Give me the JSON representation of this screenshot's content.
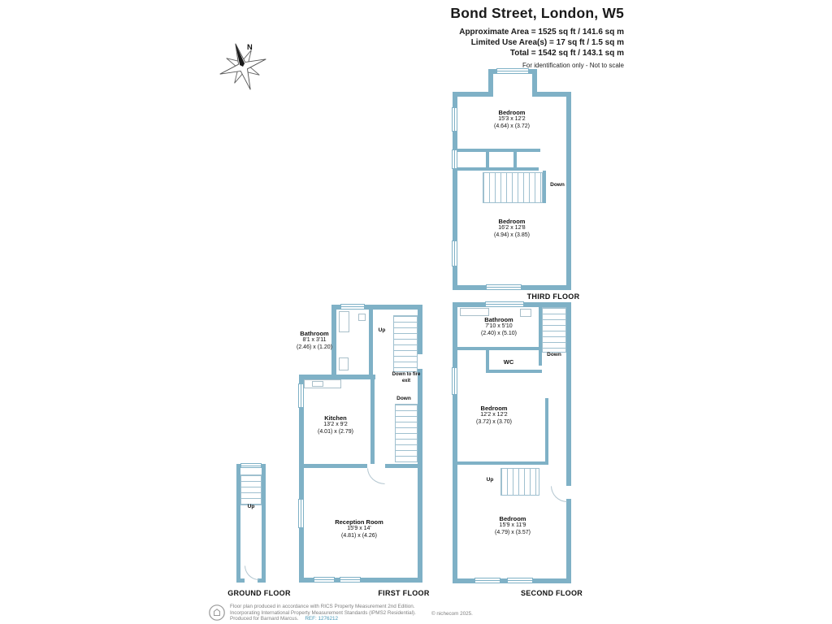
{
  "header": {
    "title": "Bond Street, London, W5",
    "area_lines": [
      "Approximate Area = 1525 sq ft / 141.6 sq m",
      "Limited Use Area(s) = 17 sq ft / 1.5 sq m",
      "Total = 1542 sq ft / 143.1 sq m"
    ],
    "disclaimer": "For identification only - Not to scale"
  },
  "compass": {
    "north_label": "N"
  },
  "floors": {
    "ground": {
      "label": "GROUND FLOOR",
      "labels": {
        "up": "Up"
      }
    },
    "first": {
      "label": "FIRST FLOOR",
      "rooms": [
        {
          "name": "Bathroom",
          "dims_ft": "8'1 x 3'11",
          "dims_m": "(2.46) x (1.20)"
        },
        {
          "name": "Kitchen",
          "dims_ft": "13'2 x 9'2",
          "dims_m": "(4.01) x (2.79)"
        },
        {
          "name": "Reception Room",
          "dims_ft": "15'9 x 14'",
          "dims_m": "(4.81) x (4.26)"
        }
      ],
      "labels": {
        "up": "Up",
        "down_to_fire_exit": "Down to fire exit",
        "down": "Down"
      }
    },
    "second": {
      "label": "SECOND FLOOR",
      "rooms": [
        {
          "name": "Bathroom",
          "dims_ft": "7'10 x 5'10",
          "dims_m": "(2.40) x (5.10)"
        },
        {
          "name": "WC"
        },
        {
          "name": "Bedroom",
          "dims_ft": "12'2 x 12'2",
          "dims_m": "(3.72) x (3.70)"
        },
        {
          "name": "Bedroom",
          "dims_ft": "15'9 x 11'9",
          "dims_m": "(4.79) x (3.57)"
        }
      ],
      "labels": {
        "down": "Down",
        "up": "Up"
      }
    },
    "third": {
      "label": "THIRD FLOOR",
      "rooms": [
        {
          "name": "Bedroom",
          "dims_ft": "15'3 x 12'2",
          "dims_m": "(4.64) x (3.72)"
        },
        {
          "name": "Bedroom",
          "dims_ft": "16'2 x 12'8",
          "dims_m": "(4.94) x (3.85)"
        }
      ],
      "labels": {
        "down": "Down"
      }
    }
  },
  "footer": {
    "line1": "Floor plan produced in accordance with RICS Property Measurement 2nd Edition.",
    "line2": "Incorporating International Property Measurement Standards (IPMS2 Residential).",
    "line3": "Produced for Barnard Marcus.",
    "ref": "REF: 1276212",
    "copyright": "© nichecom 2025."
  },
  "colors": {
    "wall": "#7fb1c6"
  }
}
